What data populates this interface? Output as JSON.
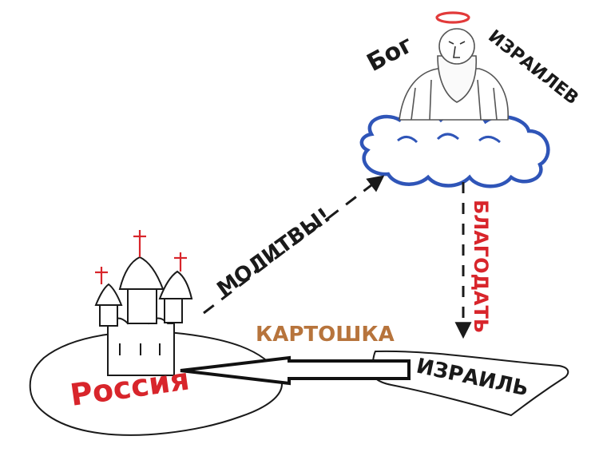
{
  "labels": {
    "god_left": "Бог",
    "god_right": "ИЗРАИЛЕВ",
    "prayers": "МОЛИТВЫ!",
    "grace": "БЛАГОДАТЬ",
    "potato": "КАРТОШКА",
    "russia": "Россия",
    "israel": "ИЗРАИЛЬ"
  },
  "colors": {
    "ink": "#1a1a1a",
    "red": "#d8252b",
    "cloud_blue": "#2f55b8",
    "potato_brown": "#b7743c",
    "halo_red": "#e23a3a"
  }
}
